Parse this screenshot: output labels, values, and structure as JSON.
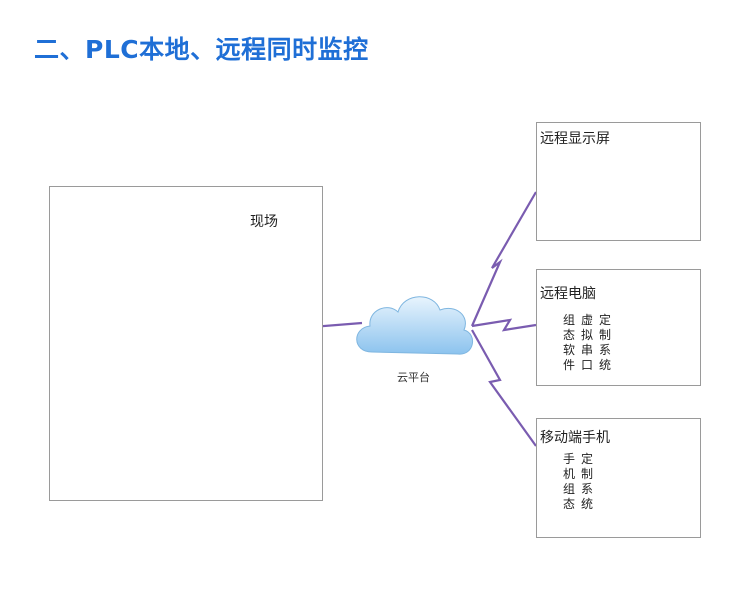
{
  "title": "二、PLC本地、远程同时监控",
  "site": {
    "label": "现场"
  },
  "cloud": {
    "label": "云平台"
  },
  "remote_screen": {
    "label": "远程显示屏"
  },
  "remote_pc": {
    "label": "远程电脑",
    "software_cols": [
      "组态软件",
      "虚拟串口",
      "定制系统"
    ]
  },
  "mobile": {
    "label": "移动端手机",
    "software_cols": [
      "手机组态",
      "定制系统"
    ]
  },
  "colors": {
    "title": "#1f6fd6",
    "link": "#7a5cb0",
    "device_blue": "#2a4fb8",
    "cloud": "#a9d2f3"
  }
}
